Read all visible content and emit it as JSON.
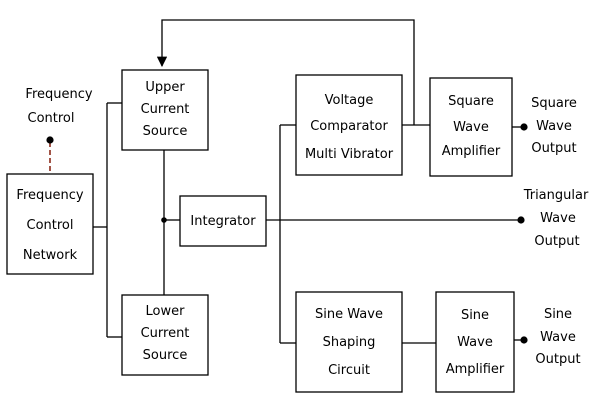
{
  "blocks": {
    "freq_control_network": [
      "Frequency",
      "Control",
      "Network"
    ],
    "upper_current_source": [
      "Upper",
      "Current",
      "Source"
    ],
    "lower_current_source": [
      "Lower",
      "Current",
      "Source"
    ],
    "integrator": [
      "Integrator"
    ],
    "voltage_comparator": [
      "Voltage",
      "Comparator",
      "Multi Vibrator"
    ],
    "square_wave_amplifier": [
      "Square",
      "Wave",
      "Amplifier"
    ],
    "sine_wave_shaping": [
      "Sine Wave",
      "Shaping",
      "Circuit"
    ],
    "sine_wave_amplifier": [
      "Sine",
      "Wave",
      "Amplifier"
    ]
  },
  "labels": {
    "frequency_control": [
      "Frequency",
      "Control"
    ],
    "square_wave_output": [
      "Square",
      "Wave",
      "Output"
    ],
    "triangular_wave_output": [
      "Triangular",
      "Wave",
      "Output"
    ],
    "sine_wave_output": [
      "Sine",
      "Wave",
      "Output"
    ]
  },
  "colors": {
    "line": "#000000",
    "control_link": "#8b2a1a"
  }
}
